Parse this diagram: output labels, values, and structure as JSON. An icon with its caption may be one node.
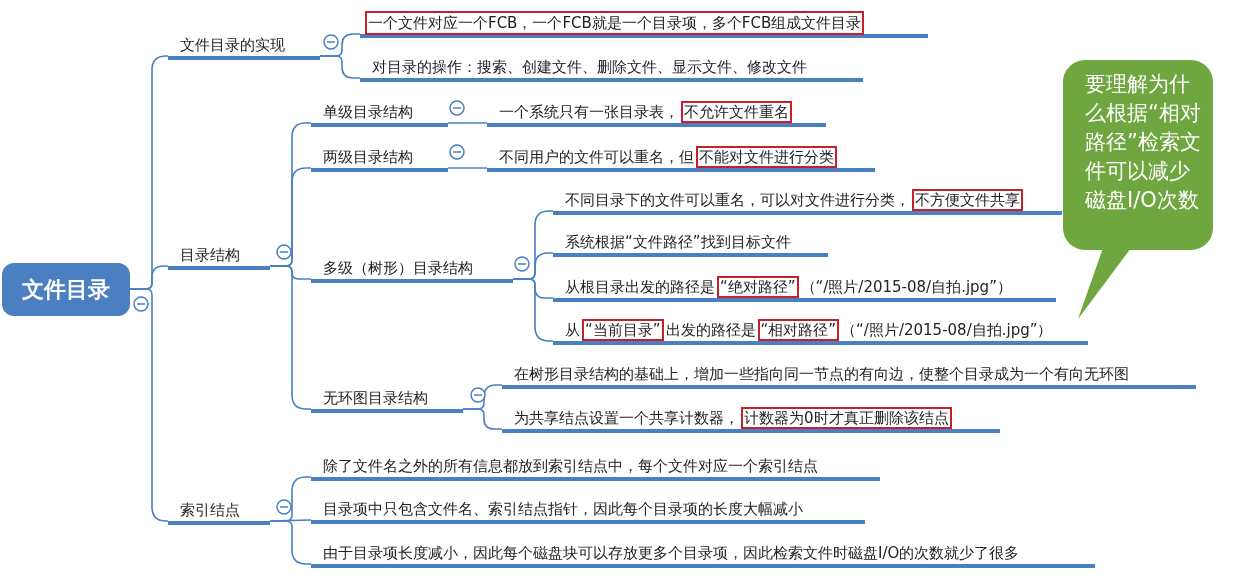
{
  "diagram": {
    "nodes": [
      {
        "text": [
          "文件目录"
        ]
      },
      {
        "text": [
          "文件目录的实现"
        ]
      },
      {
        "text": [
          "一个文件对应一个FCB，一个FCB就是一个目录项，多个FCB组成文件目录"
        ]
      },
      {
        "text": [
          "对目录的操作：搜索、创建文件、删除文件、显示文件、修改文件"
        ]
      },
      {
        "text": [
          "目录结构"
        ]
      },
      {
        "text": [
          "单级目录结构"
        ]
      },
      {
        "text": [
          "一个系统只有一张目录表，**不允许文件重名**"
        ]
      },
      {
        "text": [
          "两级目录结构"
        ]
      },
      {
        "text": [
          "不同用户的文件可以重名，但**不能对文件进行分类**"
        ]
      },
      {
        "text": [
          "多级（树形）目录结构"
        ]
      },
      {
        "text": [
          "不同目录下的文件可以重名，可以对文件进行分类，**不方便文件共享**"
        ]
      },
      {
        "text": [
          "系统根据“文件路径”找到目标文件"
        ]
      },
      {
        "text": [
          "从根目录出发的路径是**“绝对路径”**（“/照片/2015-08/自拍.jpg”）"
        ]
      },
      {
        "text": [
          "从**“当前目录”**出发的路径是**“相对路径”**（“/照片/2015-08/自拍.jpg”）"
        ]
      },
      {
        "text": [
          "无环图目录结构"
        ]
      },
      {
        "text": [
          "在树形目录结构的基础上，增加一些指向同一节点的有向边，使整个目录成为一个有向无环图"
        ]
      },
      {
        "text": [
          "为共享结点设置一个共享计数器，**计数器为0时才真正删除该结点**"
        ]
      },
      {
        "text": [
          "索引结点"
        ]
      },
      {
        "text": [
          "除了文件名之外的所有信息都放到索引结点中，每个文件对应一个索引结点"
        ]
      },
      {
        "text": [
          "目录项中只包含文件名、索引结点指针，因此每个目录项的长度大幅减小"
        ]
      },
      {
        "text": [
          "由于目录项长度减小，因此每个磁盘块可以存放更多个目录项，因此检索文件时磁盘I/O的次数就少了很多"
        ]
      },
      {
        "text": [
          "要理解为什么根据“相对路径”检索文件可以减少磁盘I/O次数"
        ]
      }
    ],
    "edges": [
      {
        "from": 0,
        "to": 1,
        "arrow": "none"
      },
      {
        "from": 0,
        "to": 4,
        "arrow": "none"
      },
      {
        "from": 0,
        "to": 17,
        "arrow": "none"
      },
      {
        "from": 1,
        "to": 2,
        "arrow": "none"
      },
      {
        "from": 1,
        "to": 3,
        "arrow": "none"
      },
      {
        "from": 4,
        "to": 5,
        "arrow": "none"
      },
      {
        "from": 4,
        "to": 7,
        "arrow": "none"
      },
      {
        "from": 4,
        "to": 9,
        "arrow": "none"
      },
      {
        "from": 4,
        "to": 14,
        "arrow": "none"
      },
      {
        "from": 5,
        "to": 6,
        "arrow": "none"
      },
      {
        "from": 7,
        "to": 8,
        "arrow": "none"
      },
      {
        "from": 9,
        "to": 10,
        "arrow": "none"
      },
      {
        "from": 9,
        "to": 11,
        "arrow": "none"
      },
      {
        "from": 9,
        "to": 12,
        "arrow": "none"
      },
      {
        "from": 9,
        "to": 13,
        "arrow": "none"
      },
      {
        "from": 14,
        "to": 15,
        "arrow": "none"
      },
      {
        "from": 14,
        "to": 16,
        "arrow": "none"
      },
      {
        "from": 17,
        "to": 18,
        "arrow": "none"
      },
      {
        "from": 17,
        "to": 19,
        "arrow": "none"
      },
      {
        "from": 17,
        "to": 20,
        "arrow": "none"
      },
      {
        "from": 21,
        "to": 13,
        "arrow": "none"
      }
    ]
  }
}
